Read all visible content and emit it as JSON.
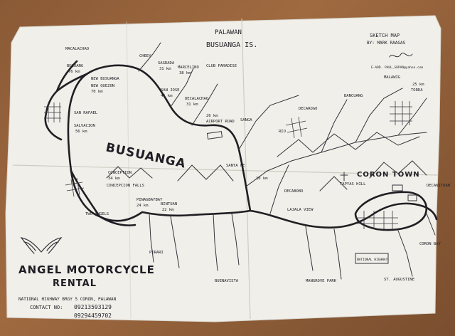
{
  "map": {
    "header": {
      "region": "PALAWAN",
      "island": "BUSUANGA IS.",
      "sketch_title": "SKETCH MAP",
      "author": "BY: MARK RAAGAS",
      "extra": "E-ADD. PAUL_SUPAN@yahoo.com"
    },
    "island_label": "BUSUANGA",
    "town_label": "CORON TOWN",
    "places": {
      "macalachao": "MACALACHAO",
      "buluang": "BULUANG",
      "buluang_km": "76 km",
      "new_busuanga": "NEW BUSUANGA",
      "new_quezon": "NEW QUEZON",
      "new_quezon_km": "70 km",
      "sagrada": "SAGRADA",
      "sagrada_km": "31 km",
      "marcelino": "MARCELINO",
      "marcelino_km": "38 km",
      "san_jose": "SAN JOSE",
      "san_jose_km": "41 km",
      "decalachao": "DECALACHAO",
      "decalachao_km": "31 km",
      "airport": "AIRPORT ROAD",
      "airport_km": "26 km",
      "san_rafael": "SAN RAFAEL",
      "salvacion": "SALVACION",
      "salvacion_km": "56 km",
      "cheey": "CHEEY",
      "conception": "CONCEPTION",
      "conception_km": "34 km",
      "concepcion_falls": "CONCEPCION FALLS",
      "bintuan": "BINTUAN",
      "bintuan_km": "22 km",
      "pinagbaybay": "PINAGBAYBAY",
      "pinagbaybay_km": "24 km",
      "pirari": "PIRARI",
      "buenavista": "BUENAVISTA",
      "decabobo": "DECABOBO",
      "tapyas": "TAPYAS HILL",
      "bancuang": "BANCUANG",
      "decanituan": "DECANITUAN",
      "decarogo": "DECAROGO",
      "torda": "TORDA",
      "turda_km": "25 km",
      "malawig": "MALAWIG",
      "club_paradise": "CLUB PARADISE",
      "sanga": "SANGA",
      "santa_fe": "SANTA FE",
      "rio": "RIO",
      "two_angels": "TWO ANGELS",
      "mangrove": "MANGROVE PARK",
      "st_augustine": "ST. AUGUSTINE",
      "coron": "CORON BAY",
      "kilometers": "10 km",
      "lajala_view": "LAJALA VIEW",
      "national_hwy": "NATIONAL HIGHWAY"
    },
    "footer": {
      "business": "ANGEL MOTORCYCLE",
      "business2": "RENTAL",
      "address": "NATIONAL HIGHWAY BRGY 5 CORON, PALAWAN",
      "contact_label": "CONTACT NO:",
      "phone1": "09213593129",
      "phone2": "09294459702"
    }
  }
}
